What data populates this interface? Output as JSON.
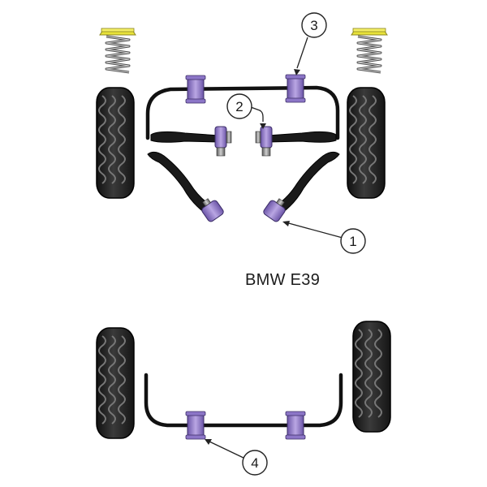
{
  "diagram": {
    "model_label": "BMW E39",
    "callouts": [
      {
        "id": "1",
        "label": "1"
      },
      {
        "id": "2",
        "label": "2"
      },
      {
        "id": "3",
        "label": "3"
      },
      {
        "id": "4",
        "label": "4"
      }
    ],
    "colors": {
      "bush_purple": "#a58fd0",
      "bush_dark": "#6c55a8",
      "spring_cap_yellow": "#e9e33a",
      "tyre_dark": "#222222",
      "metal_steel": "#9a9a9a"
    }
  }
}
